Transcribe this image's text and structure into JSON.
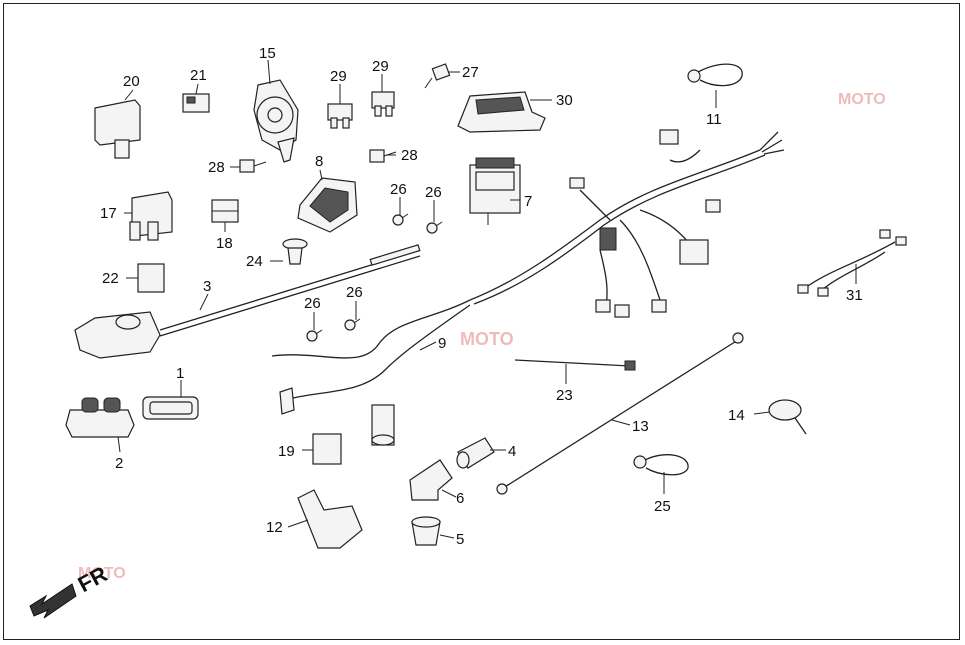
{
  "callouts": [
    {
      "id": "c20",
      "text": "20"
    },
    {
      "id": "c21",
      "text": "21"
    },
    {
      "id": "c15",
      "text": "15"
    },
    {
      "id": "c29a",
      "text": "29"
    },
    {
      "id": "c29b",
      "text": "29"
    },
    {
      "id": "c27",
      "text": "27"
    },
    {
      "id": "c30",
      "text": "30"
    },
    {
      "id": "c11",
      "text": "11"
    },
    {
      "id": "c28a",
      "text": "28"
    },
    {
      "id": "c8",
      "text": "8"
    },
    {
      "id": "c28b",
      "text": "28"
    },
    {
      "id": "c26a",
      "text": "26"
    },
    {
      "id": "c26b",
      "text": "26"
    },
    {
      "id": "c7",
      "text": "7"
    },
    {
      "id": "c17",
      "text": "17"
    },
    {
      "id": "c18",
      "text": "18"
    },
    {
      "id": "c24",
      "text": "24"
    },
    {
      "id": "c22",
      "text": "22"
    },
    {
      "id": "c3",
      "text": "3"
    },
    {
      "id": "c26c",
      "text": "26"
    },
    {
      "id": "c26d",
      "text": "26"
    },
    {
      "id": "c9",
      "text": "9"
    },
    {
      "id": "c31",
      "text": "31"
    },
    {
      "id": "c1",
      "text": "1"
    },
    {
      "id": "c2",
      "text": "2"
    },
    {
      "id": "c23",
      "text": "23"
    },
    {
      "id": "c14",
      "text": "14"
    },
    {
      "id": "c13",
      "text": "13"
    },
    {
      "id": "c19",
      "text": "19"
    },
    {
      "id": "c4",
      "text": "4"
    },
    {
      "id": "c6",
      "text": "6"
    },
    {
      "id": "c25",
      "text": "25"
    },
    {
      "id": "c12",
      "text": "12"
    },
    {
      "id": "c5",
      "text": "5"
    }
  ],
  "direction_marker": {
    "text": "FR"
  },
  "colors": {
    "line": "#222222",
    "background": "#ffffff",
    "watermark": "#d04040"
  },
  "icons": {
    "direction": "arrow-down-left-icon"
  }
}
